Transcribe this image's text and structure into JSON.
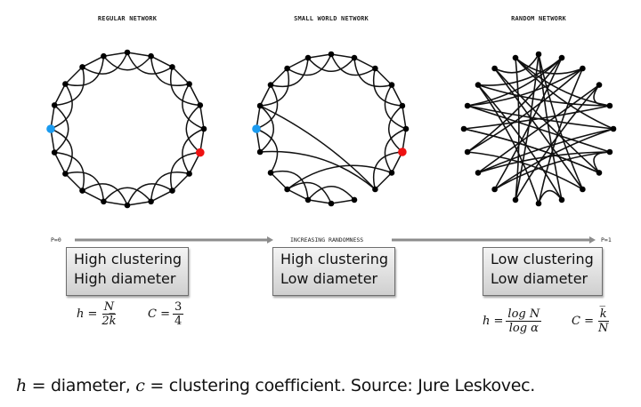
{
  "networks": [
    {
      "title": "REGULAR NETWORK",
      "type": "regular",
      "node_count": 20,
      "neighbor_links_k": 2,
      "highlight_nodes": {
        "blue": 15,
        "red": 6
      },
      "extra_edges": [],
      "removed_edges": []
    },
    {
      "title": "SMALL WORLD NETWORK",
      "type": "small-world",
      "node_count": 20,
      "neighbor_links_k": 2,
      "highlight_nodes": {
        "blue": 15,
        "red": 6
      },
      "extra_edges": [
        [
          14,
          8
        ],
        [
          16,
          8
        ],
        [
          7,
          12
        ]
      ],
      "removed_edges": [
        [
          8,
          9
        ],
        [
          8,
          10
        ],
        [
          7,
          9
        ],
        [
          13,
          14
        ],
        [
          12,
          14
        ]
      ]
    },
    {
      "title": "RANDOM NETWORK",
      "type": "random",
      "node_count": 20,
      "highlight_nodes": {},
      "edges": [
        [
          0,
          9
        ],
        [
          0,
          11
        ],
        [
          1,
          12
        ],
        [
          1,
          14
        ],
        [
          1,
          17
        ],
        [
          2,
          16
        ],
        [
          2,
          10
        ],
        [
          3,
          4
        ],
        [
          3,
          13
        ],
        [
          4,
          15
        ],
        [
          4,
          17
        ],
        [
          5,
          16
        ],
        [
          5,
          12
        ],
        [
          6,
          13
        ],
        [
          6,
          16
        ],
        [
          7,
          18
        ],
        [
          7,
          15
        ],
        [
          8,
          14
        ],
        [
          8,
          18
        ],
        [
          9,
          10
        ],
        [
          10,
          17
        ],
        [
          11,
          3
        ],
        [
          12,
          6
        ],
        [
          13,
          5
        ],
        [
          14,
          2
        ],
        [
          15,
          7
        ],
        [
          16,
          1
        ],
        [
          17,
          9
        ],
        [
          18,
          0
        ],
        [
          19,
          2
        ],
        [
          19,
          5
        ],
        [
          19,
          4
        ],
        [
          6,
          7
        ],
        [
          0,
          8
        ],
        [
          11,
          19
        ]
      ]
    }
  ],
  "axis": {
    "start_label": "P=0",
    "middle_label": "INCREASING RANDOMNESS",
    "end_label": "P=1"
  },
  "boxes": [
    {
      "line1": "High clustering",
      "line2": "High diameter"
    },
    {
      "line1": "High clustering",
      "line2": "Low diameter"
    },
    {
      "line1": "Low clustering",
      "line2": "Low diameter"
    }
  ],
  "formulas": {
    "regular": {
      "h_lhs": "h =",
      "h_num": "N",
      "h_den": "2k̅",
      "c_lhs": "C =",
      "c_num": "3",
      "c_den": "4"
    },
    "random": {
      "h_lhs": "h =",
      "h_num": "log N",
      "h_den": "log α",
      "c_lhs": "C =",
      "c_num": "k̅",
      "c_den": "N"
    }
  },
  "caption": {
    "h_symbol": "h",
    "h_text": " = diameter, ",
    "c_symbol": "c",
    "c_text": " = clustering coefficient. Source: Jure Leskovec."
  },
  "colors": {
    "edge": "#111111",
    "node": "#000000",
    "highlight_blue": "#1a9bf0",
    "highlight_red": "#ee1111",
    "arrow": "#8c8c8c"
  }
}
